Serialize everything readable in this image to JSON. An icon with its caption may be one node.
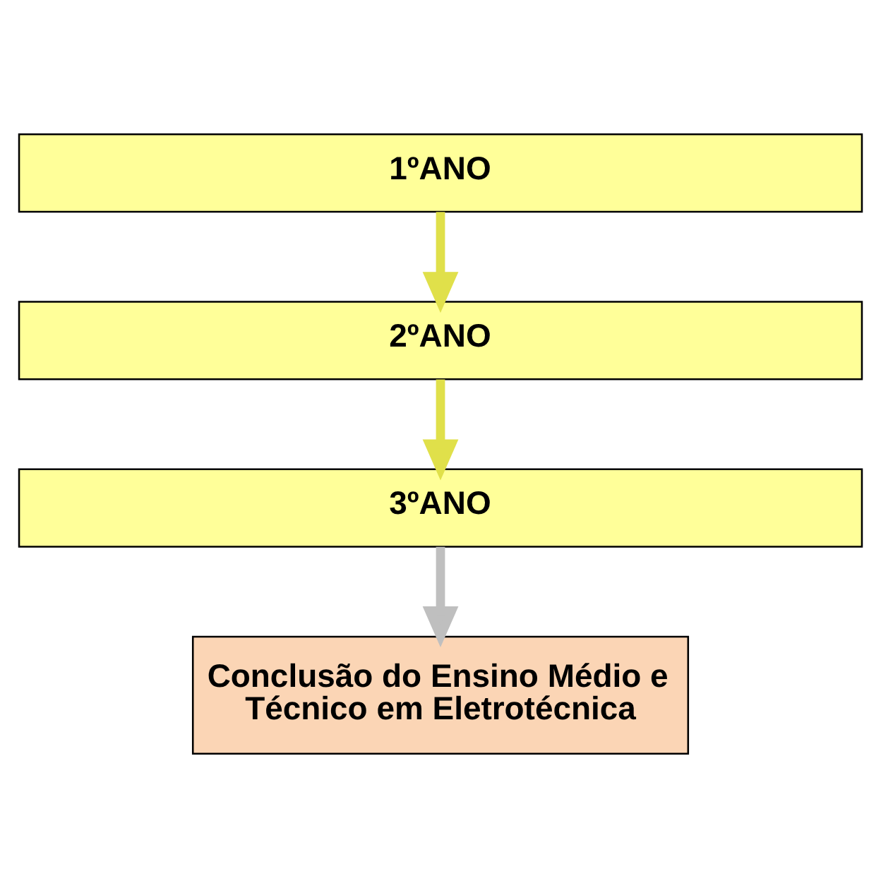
{
  "diagram": {
    "nodes": [
      {
        "text": [
          "1ºANO"
        ]
      },
      {
        "text": [
          "2ºANO"
        ]
      },
      {
        "text": [
          "3ºANO"
        ]
      },
      {
        "text": [
          "Conclusão do Ensino Médio e Técnico em Eletrotécnica"
        ]
      }
    ],
    "edges": [
      {
        "from": 0,
        "to": 1,
        "arrow": "to"
      },
      {
        "from": 1,
        "to": 2,
        "arrow": "to"
      },
      {
        "from": 2,
        "to": 3,
        "arrow": "to",
        "color": "#bfbfbf"
      }
    ]
  }
}
